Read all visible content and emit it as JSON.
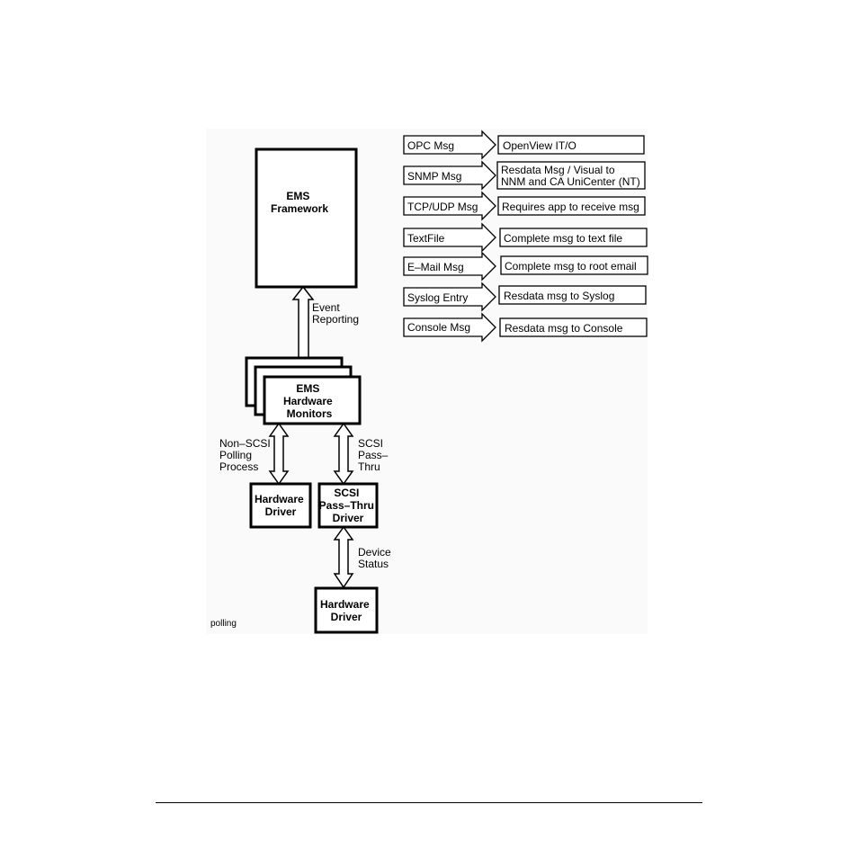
{
  "diagram": {
    "ems_framework": [
      "EMS",
      "Framework"
    ],
    "event_reporting": [
      "Event",
      "Reporting"
    ],
    "ems_hardware_monitors": [
      "EMS",
      "Hardware",
      "Monitors"
    ],
    "non_scsi_polling": [
      "Non–SCSI",
      "Polling",
      "Process"
    ],
    "scsi_pass_thru_label": [
      "SCSI",
      "Pass–",
      "Thru"
    ],
    "hardware_driver_left": [
      "Hardware",
      "Driver"
    ],
    "scsi_pass_thru_driver": [
      "SCSI",
      "Pass–Thru",
      "Driver"
    ],
    "device_status": [
      "Device",
      "Status"
    ],
    "hardware_driver_bottom": [
      "Hardware",
      "Driver"
    ],
    "caption": "polling"
  },
  "notifications": [
    {
      "source": "OPC Msg",
      "target": [
        "OpenView IT/O"
      ]
    },
    {
      "source": "SNMP Msg",
      "target": [
        "Resdata Msg / Visual to",
        "NNM and CA UniCenter (NT)"
      ]
    },
    {
      "source": "TCP/UDP Msg",
      "target": [
        "Requires app to receive msg"
      ]
    },
    {
      "source": "TextFile",
      "target": [
        "Complete msg to text file"
      ]
    },
    {
      "source": "E–Mail Msg",
      "target": [
        "Complete msg to root email"
      ]
    },
    {
      "source": "Syslog Entry",
      "target": [
        "Resdata msg to Syslog"
      ]
    },
    {
      "source": "Console Msg",
      "target": [
        "Resdata msg to Console"
      ]
    }
  ]
}
